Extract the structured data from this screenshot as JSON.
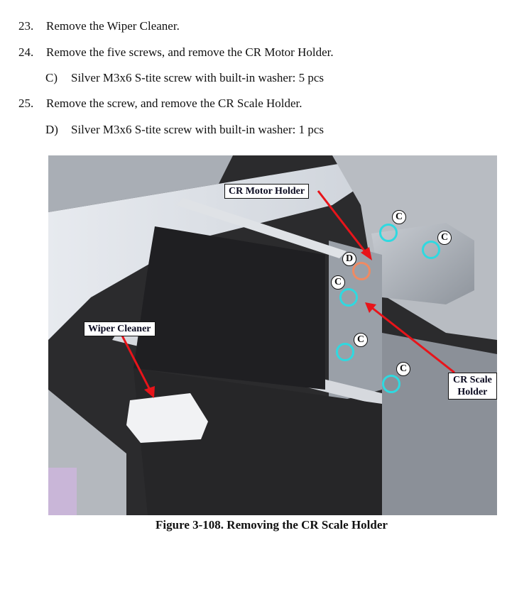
{
  "steps": [
    {
      "number": "23.",
      "text": "Remove the Wiper Cleaner."
    },
    {
      "number": "24.",
      "text": "Remove the five screws, and remove the CR Motor Holder."
    },
    {
      "number": "25.",
      "text": "Remove the screw, and remove the CR Scale Holder."
    }
  ],
  "sub_items": [
    {
      "letter": "C)",
      "text": "Silver M3x6 S-tite screw with built-in washer: 5 pcs"
    },
    {
      "letter": "D)",
      "text": "Silver M3x6 S-tite screw with built-in washer: 1 pcs"
    }
  ],
  "figure": {
    "callouts": {
      "cr_motor_holder": "CR Motor Holder",
      "wiper_cleaner": "Wiper Cleaner",
      "cr_scale_holder_line1": "CR Scale",
      "cr_scale_holder_line2": "Holder"
    },
    "markers": {
      "c": "C",
      "d": "D"
    },
    "colors": {
      "arrow": "#e8141a",
      "screw_c_ring": "#2fd9e0",
      "screw_d_ring": "#f08a62"
    },
    "caption": "Figure 3-108.  Removing the CR Scale Holder"
  }
}
